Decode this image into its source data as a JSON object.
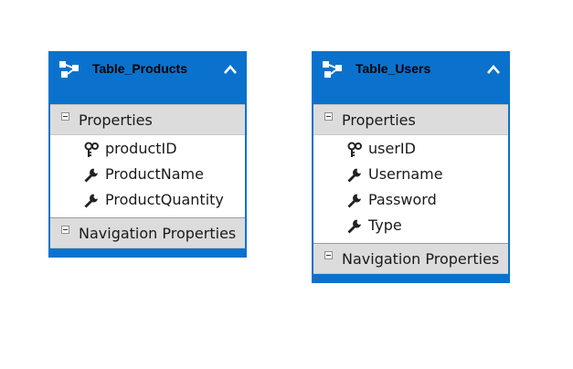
{
  "entities": [
    {
      "title": "Table_Products",
      "sections": [
        {
          "label": "Properties",
          "properties": [
            {
              "name": "productID",
              "icon": "key-icon"
            },
            {
              "name": "ProductName",
              "icon": "wrench-icon"
            },
            {
              "name": "ProductQuantity",
              "icon": "wrench-icon"
            }
          ]
        },
        {
          "label": "Navigation Properties"
        }
      ]
    },
    {
      "title": "Table_Users",
      "sections": [
        {
          "label": "Properties",
          "properties": [
            {
              "name": "userID",
              "icon": "key-icon"
            },
            {
              "name": "Username",
              "icon": "wrench-icon"
            },
            {
              "name": "Password",
              "icon": "wrench-icon"
            },
            {
              "name": "Type",
              "icon": "wrench-icon"
            }
          ]
        },
        {
          "label": "Navigation Properties"
        }
      ]
    }
  ],
  "colors": {
    "header": "#0a72cc",
    "section": "#dcdcdc",
    "body": "#ffffff"
  }
}
